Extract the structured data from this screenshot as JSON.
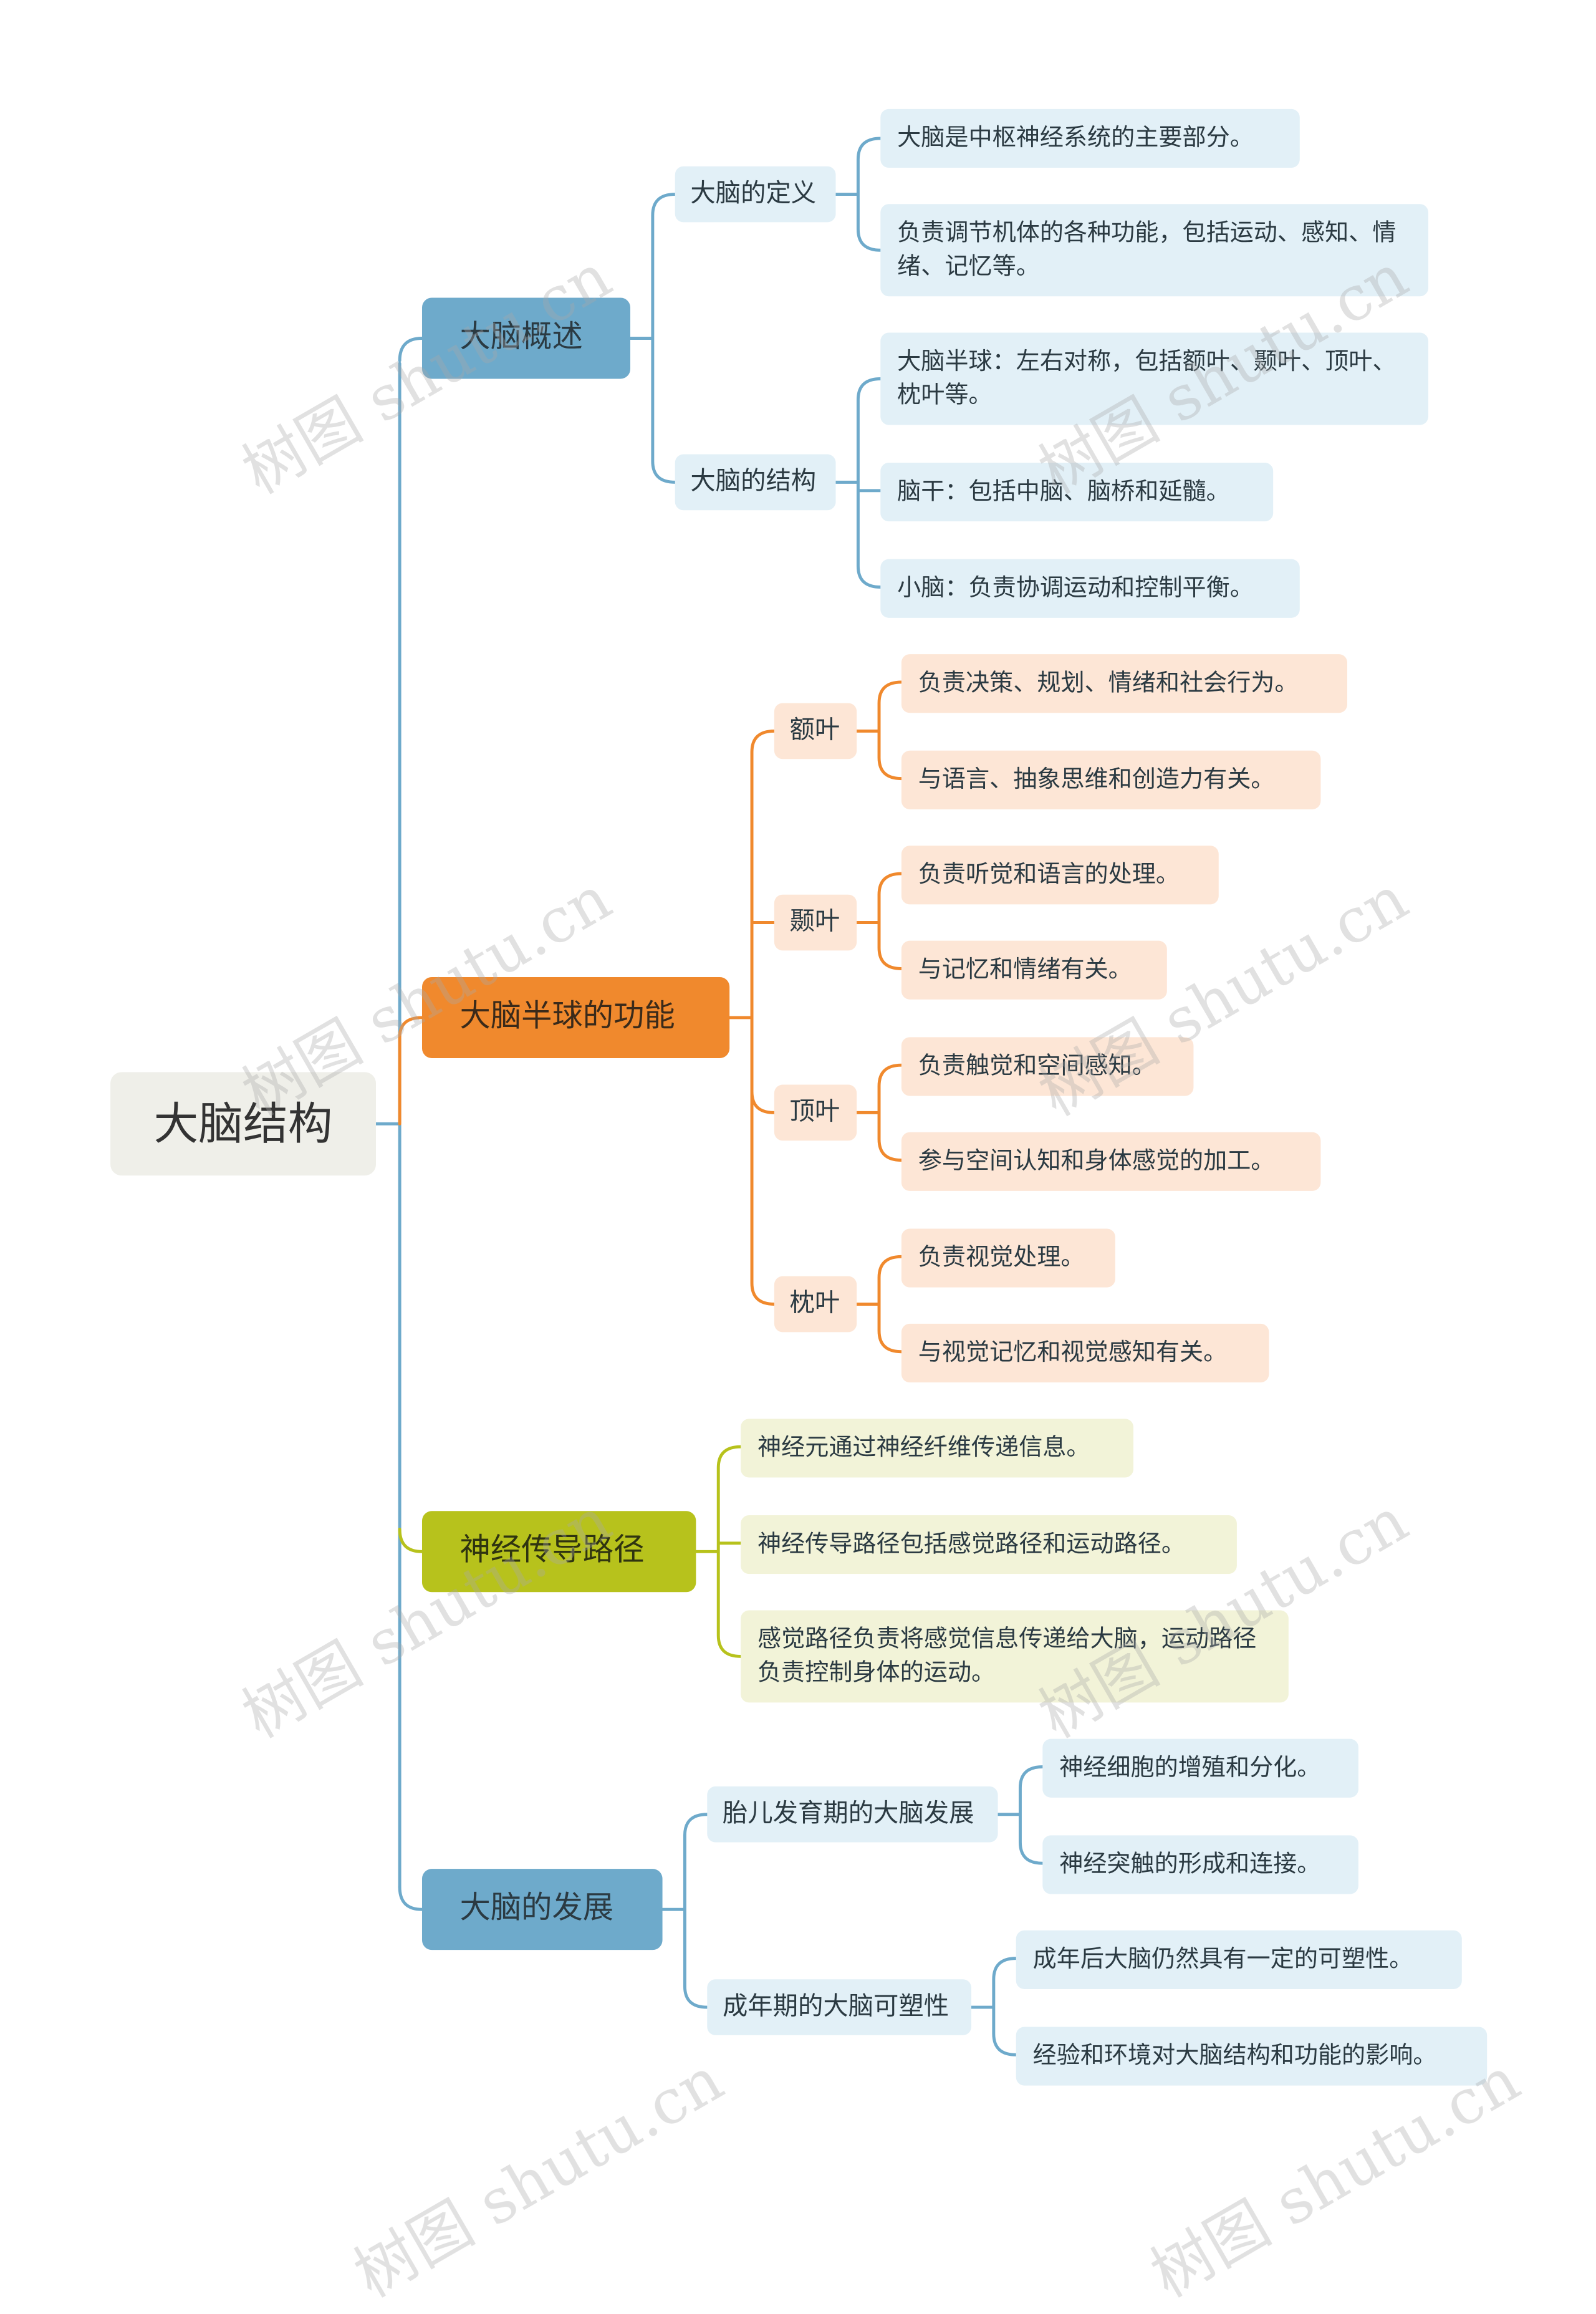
{
  "root": {
    "label": "大脑结构"
  },
  "colors": {
    "blue": "#6eaacb",
    "orange": "#f0892d",
    "olive": "#b7c21c",
    "blue_light": "#e2f0f7",
    "orange_light": "#fde6d6",
    "olive_light": "#f2f3d8"
  },
  "b1": {
    "label": "大脑概述",
    "s1": {
      "label": "大脑的定义",
      "l1": "大脑是中枢神经系统的主要部分。",
      "l2": "负责调节机体的各种功能，包括运动、感知、情绪、记忆等。"
    },
    "s2": {
      "label": "大脑的结构",
      "l1": "大脑半球：左右对称，包括额叶、颞叶、顶叶、枕叶等。",
      "l2": "脑干：包括中脑、脑桥和延髓。",
      "l3": "小脑：负责协调运动和控制平衡。"
    }
  },
  "b2": {
    "label": "大脑半球的功能",
    "s1": {
      "label": "额叶",
      "l1": "负责决策、规划、情绪和社会行为。",
      "l2": "与语言、抽象思维和创造力有关。"
    },
    "s2": {
      "label": "颞叶",
      "l1": "负责听觉和语言的处理。",
      "l2": "与记忆和情绪有关。"
    },
    "s3": {
      "label": "顶叶",
      "l1": "负责触觉和空间感知。",
      "l2": "参与空间认知和身体感觉的加工。"
    },
    "s4": {
      "label": "枕叶",
      "l1": "负责视觉处理。",
      "l2": "与视觉记忆和视觉感知有关。"
    }
  },
  "b3": {
    "label": "神经传导路径",
    "l1": "神经元通过神经纤维传递信息。",
    "l2": "神经传导路径包括感觉路径和运动路径。",
    "l3": "感觉路径负责将感觉信息传递给大脑，运动路径负责控制身体的运动。"
  },
  "b4": {
    "label": "大脑的发展",
    "s1": {
      "label": "胎儿发育期的大脑发展",
      "l1": "神经细胞的增殖和分化。",
      "l2": "神经突触的形成和连接。"
    },
    "s2": {
      "label": "成年期的大脑可塑性",
      "l1": "成年后大脑仍然具有一定的可塑性。",
      "l2": "经验和环境对大脑结构和功能的影响。"
    }
  },
  "watermark": "树图 shutu.cn"
}
